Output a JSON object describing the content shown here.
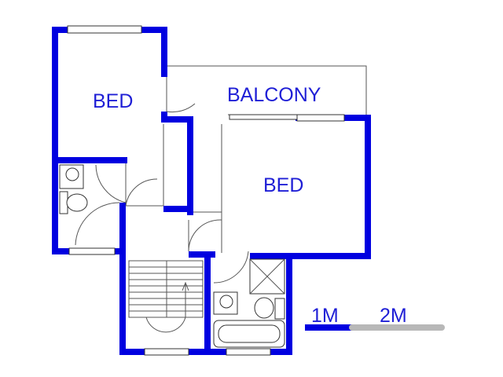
{
  "rooms": {
    "bed_1": "BED",
    "balcony": "BALCONY",
    "bed_2": "BED"
  },
  "scale_bar": {
    "label_1": "1M",
    "label_2": "2M",
    "colors": {
      "first": "#0000e0",
      "second": "#b8b8b8"
    }
  },
  "colors": {
    "wall": "#0000e0",
    "label": "#1f1fd6"
  }
}
